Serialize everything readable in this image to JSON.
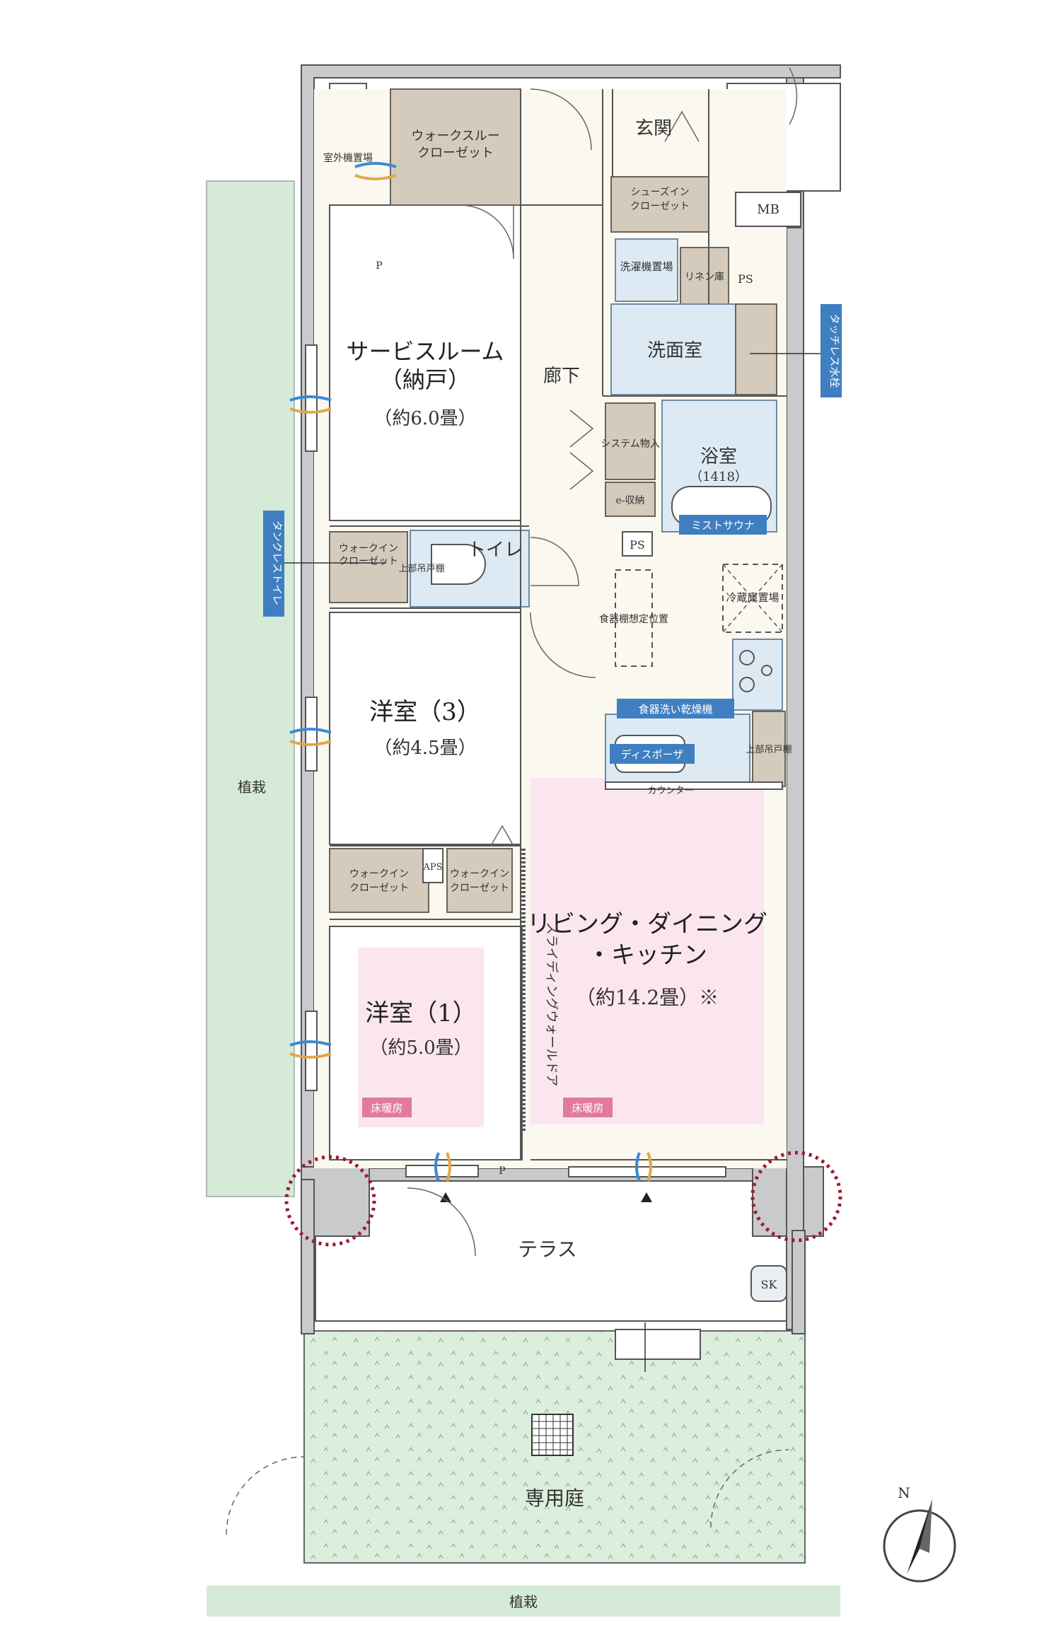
{
  "rooms": {
    "service_room": {
      "name": "サービスルーム",
      "sub": "（納戸）",
      "size": "（約6.0畳）"
    },
    "room3": {
      "name": "洋室（3）",
      "size": "（約4.5畳）"
    },
    "room1": {
      "name": "洋室（1）",
      "size": "（約5.0畳）"
    },
    "ldk": {
      "name1": "リビング・ダイニング",
      "name2": "・キッチン",
      "size": "（約14.2畳）※"
    },
    "hallway": "廊下",
    "entrance": "玄関",
    "washroom": "洗面室",
    "bath": "浴室",
    "bath_size": "（1418）",
    "toilet": "トイレ",
    "terrace": "テラス",
    "garden": "専用庭"
  },
  "labels": {
    "walk_through_1": "ウォークスルー",
    "walk_through_2": "クローゼット",
    "shoes_in_1": "シューズイン",
    "shoes_in_2": "クローゼット",
    "washer": "洗濯機置場",
    "linen": "リネン庫",
    "system_storage": "システム物入",
    "e_storage": "e-収納",
    "outdoor_unit": "室外機置場",
    "walkin_a_1": "ウォークイン",
    "walkin_a_2": "クローゼット",
    "upper_cabinet": "上部吊戸棚",
    "dish_shelf": "食器棚想定位置",
    "fridge": "冷蔵庫置場",
    "upper_cabinet_kitchen": "上部吊戸棚",
    "counter": "カウンター",
    "walkin_b_1": "ウォークイン",
    "walkin_b_2": "クローゼット",
    "walkin_c_1": "ウォークイン",
    "walkin_c_2": "クローゼット",
    "aps": "APS",
    "sliding_door": "スライディングウォールドア",
    "mb": "MB",
    "ps_1": "PS",
    "ps_2": "PS",
    "p_1": "P",
    "p_2": "P",
    "sk": "SK",
    "planting_side": "植栽",
    "planting_bottom": "植栽",
    "north": "N"
  },
  "badges": {
    "touchless_faucet": "タッチレス水栓",
    "tankless_toilet": "タンクレストイレ",
    "mist_sauna": "ミストサウナ",
    "dishwasher": "食器洗い乾燥機",
    "disposer": "ディスポーザ",
    "floor_heating_1": "床暖房",
    "floor_heating_2": "床暖房"
  },
  "colors": {
    "badge_blue": "#3f7fc1",
    "badge_pink": "#e07a9e",
    "garden_green": "#d6ead8",
    "closet_tan": "#d4cbbd",
    "wall_gray": "#c9cacb",
    "ldk_pink": "#fbe6ef",
    "marker_red": "#9b1b2f"
  }
}
